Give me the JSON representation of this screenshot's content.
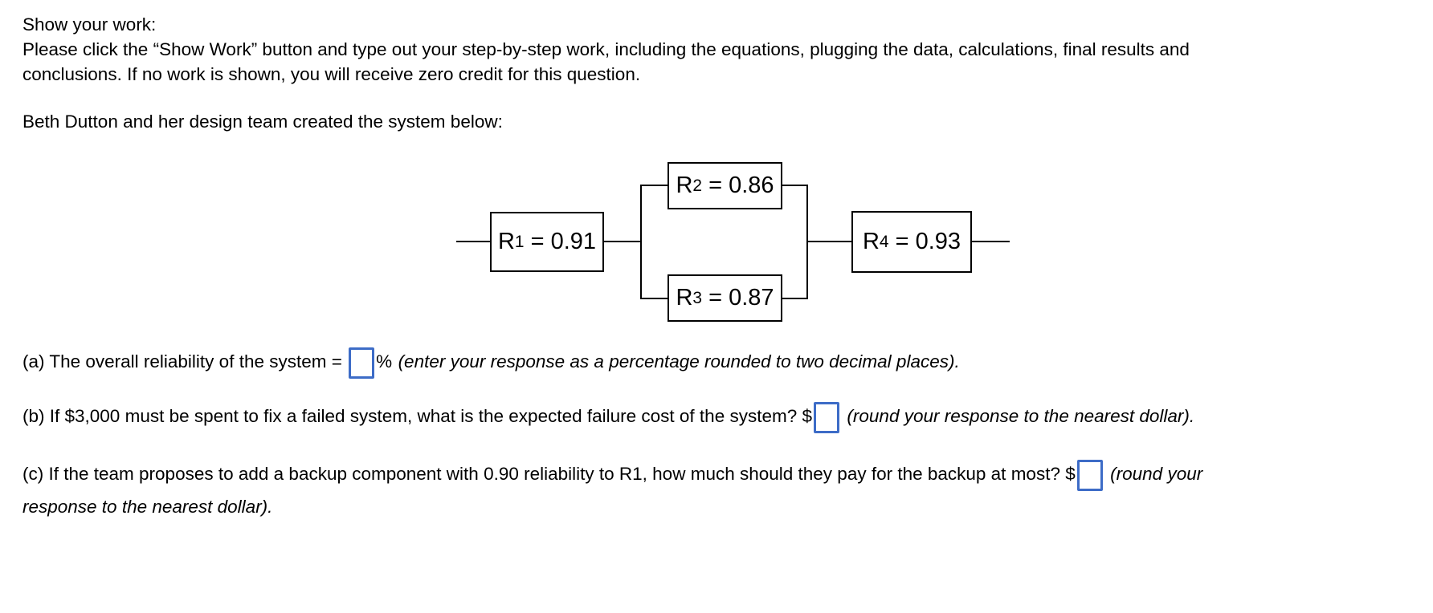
{
  "instructions": {
    "line1": "Show your work:",
    "line2": "Please click the “Show Work” button and type out your step-by-step work, including the equations, plugging the data, calculations, final results and",
    "line3": "conclusions. If no work is shown, you will receive zero credit for this question.",
    "intro": "Beth Dutton and her design team created the system below:"
  },
  "diagram": {
    "topology": "R1 in series with (R2 parallel R3) in series with R4",
    "components": {
      "r1": {
        "base": "R",
        "sub": "1",
        "eq": " = 0.91",
        "value": 0.91
      },
      "r2": {
        "base": "R",
        "sub": "2",
        "eq": " = 0.86",
        "value": 0.86
      },
      "r3": {
        "base": "R",
        "sub": "3",
        "eq": " = 0.87",
        "value": 0.87
      },
      "r4": {
        "base": "R",
        "sub": "4",
        "eq": " = 0.93",
        "value": 0.93
      }
    }
  },
  "questions": {
    "a": {
      "text": "(a) The overall reliability of the system = ",
      "after_box": "%",
      "note": "(enter your response as a percentage rounded to two decimal places).",
      "input_value": ""
    },
    "b": {
      "text": "(b) If $3,000 must be spent to fix a failed system, what is the expected failure cost of the system? $",
      "note": "(round your response to the nearest dollar).",
      "input_value": ""
    },
    "c": {
      "text": "(c) If the team proposes to add a backup component with 0.90 reliability to R1, how much should they pay for the backup at most? $",
      "note_line1": "(round your",
      "note_line2": "response to the nearest dollar).",
      "input_value": ""
    }
  },
  "colors": {
    "text": "#000000",
    "background": "#ffffff",
    "input_border": "#3d6cc7",
    "diagram_line": "#000000"
  }
}
